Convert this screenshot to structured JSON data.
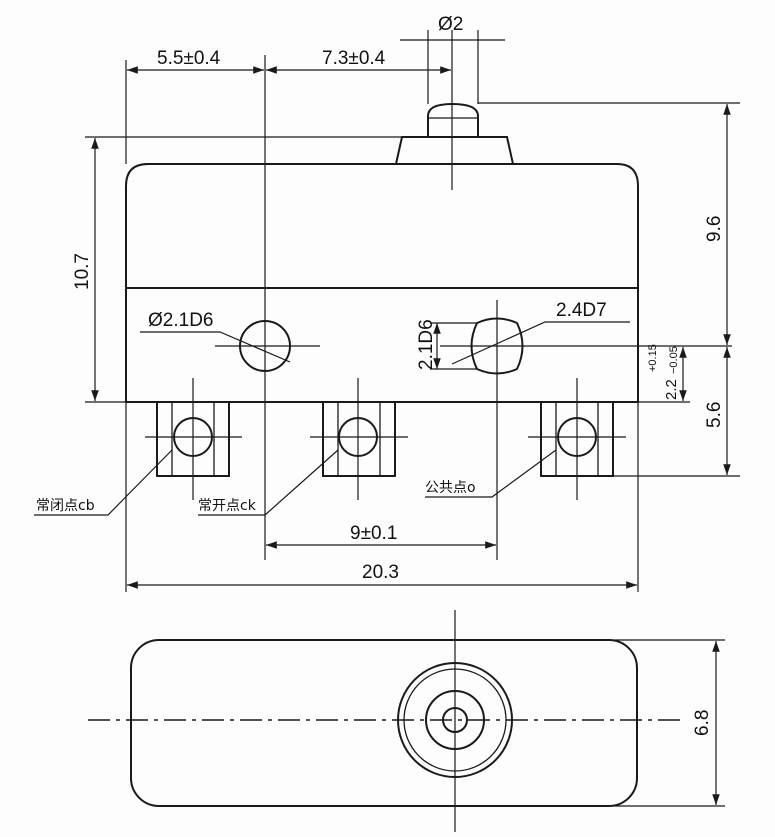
{
  "dimensions": {
    "pin_diameter": "Ø2",
    "left_offset": "5.5±0.4",
    "plunger_offset": "7.3±0.4",
    "body_height": "10.7",
    "plunger_height": "9.6",
    "hole_left": "Ø2.1D6",
    "hole_right_width": "2.4D7",
    "hole_right_height": "2.1D6",
    "hole_to_bottom": "2.2",
    "tol_upper": "+0.15",
    "tol_lower": "−0.05",
    "terminal_height": "5.6",
    "terminal_pitch": "9±0.1",
    "total_length": "20.3",
    "bottom_width": "6.8"
  },
  "terminals": {
    "nc": "常闭点cb",
    "no": "常开点ck",
    "common": "公共点o"
  },
  "colors": {
    "line": "#1a1a1a",
    "background": "#fdfdfd"
  }
}
